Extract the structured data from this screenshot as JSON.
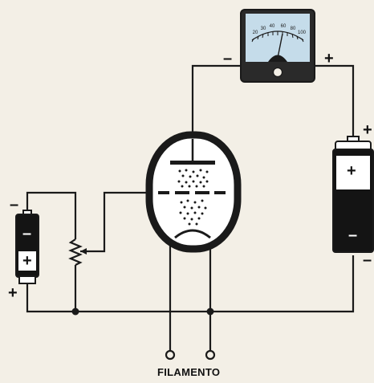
{
  "meter": {
    "scale_labels": [
      "20",
      "30",
      "40",
      "60",
      "80",
      "100"
    ],
    "face_color": "#c5dcea"
  },
  "labels": {
    "meter_minus": "–",
    "meter_plus": "+",
    "battery_top_plus": "+",
    "battery_body_plus": "+",
    "battery_body_minus": "–",
    "battery_bottom_minus": "–",
    "cell_top_minus": "–",
    "cell_body_minus": "–",
    "cell_body_plus": "+",
    "cell_bottom_plus": "+",
    "filament": "FILAMENTO"
  },
  "colors": {
    "wire": "#1a1a1a",
    "background": "#f3efe6",
    "battery_fill": "#141414"
  }
}
